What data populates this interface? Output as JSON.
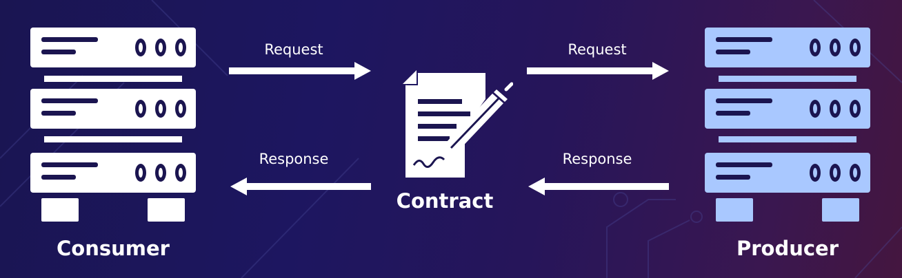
{
  "diagram": {
    "consumer": {
      "label": "Consumer"
    },
    "producer": {
      "label": "Producer"
    },
    "contract": {
      "label": "Contract"
    },
    "edges": {
      "consumer_request": {
        "label": "Request"
      },
      "consumer_response": {
        "label": "Response"
      },
      "producer_request": {
        "label": "Request"
      },
      "producer_response": {
        "label": "Response"
      }
    },
    "icons": {
      "consumer": "server-rack-icon",
      "producer": "server-rack-icon",
      "contract": "document-signing-icon"
    },
    "colors": {
      "background": "#1d1660",
      "consumer_server": "#ffffff",
      "producer_server": "#a9c8ff",
      "server_detail": "#1b1550",
      "text": "#ffffff"
    }
  }
}
